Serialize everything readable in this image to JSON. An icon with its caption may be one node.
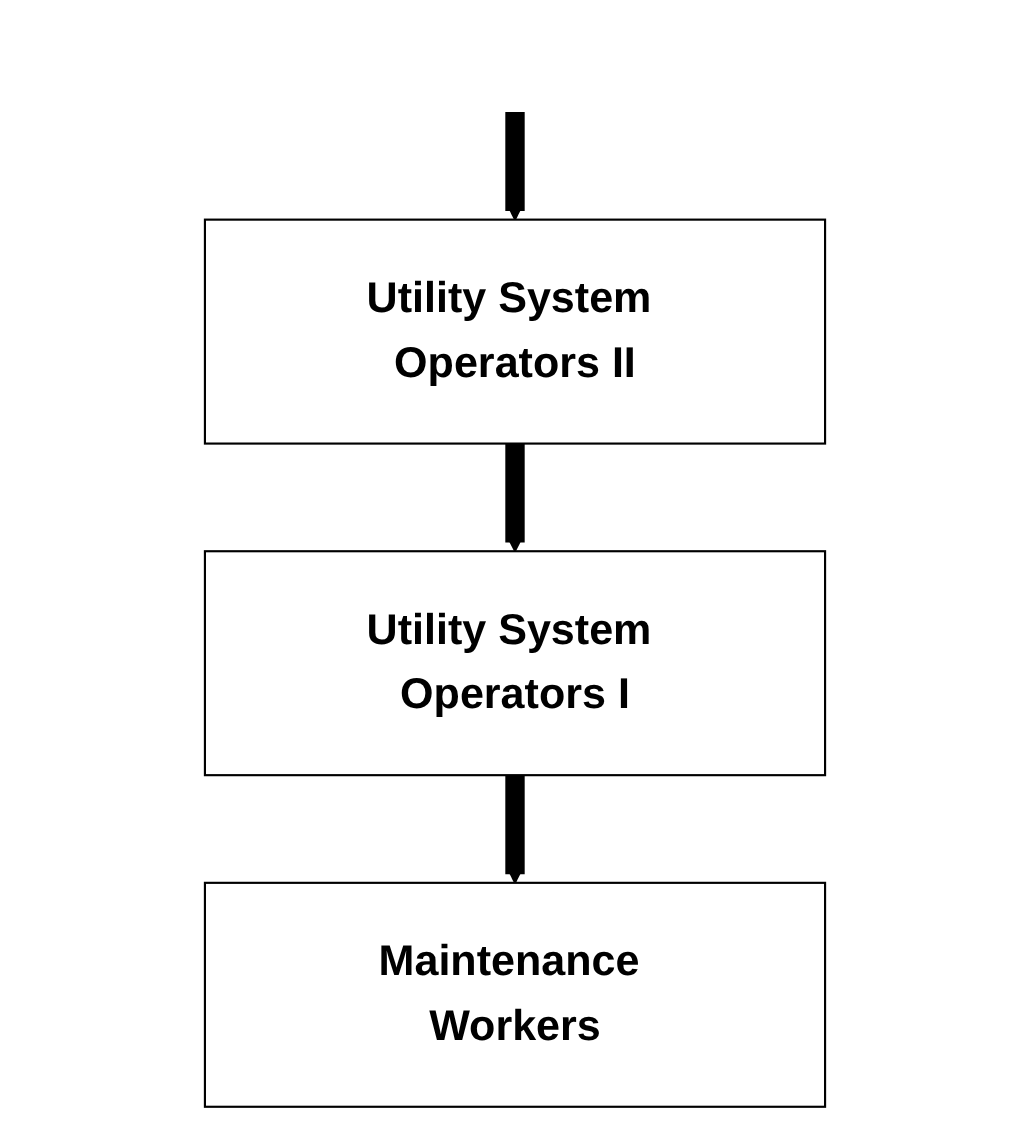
{
  "diagram": {
    "nodes": [
      {
        "text": [
          "Utility System Operators II"
        ]
      },
      {
        "text": [
          "Utility System Operators I"
        ]
      },
      {
        "text": [
          "Maintenance Workers"
        ]
      }
    ],
    "edges": [
      {
        "from": null,
        "to": 0,
        "arrow": "to"
      },
      {
        "from": 0,
        "to": 1,
        "arrow": "to"
      },
      {
        "from": 1,
        "to": 2,
        "arrow": "to"
      }
    ]
  }
}
